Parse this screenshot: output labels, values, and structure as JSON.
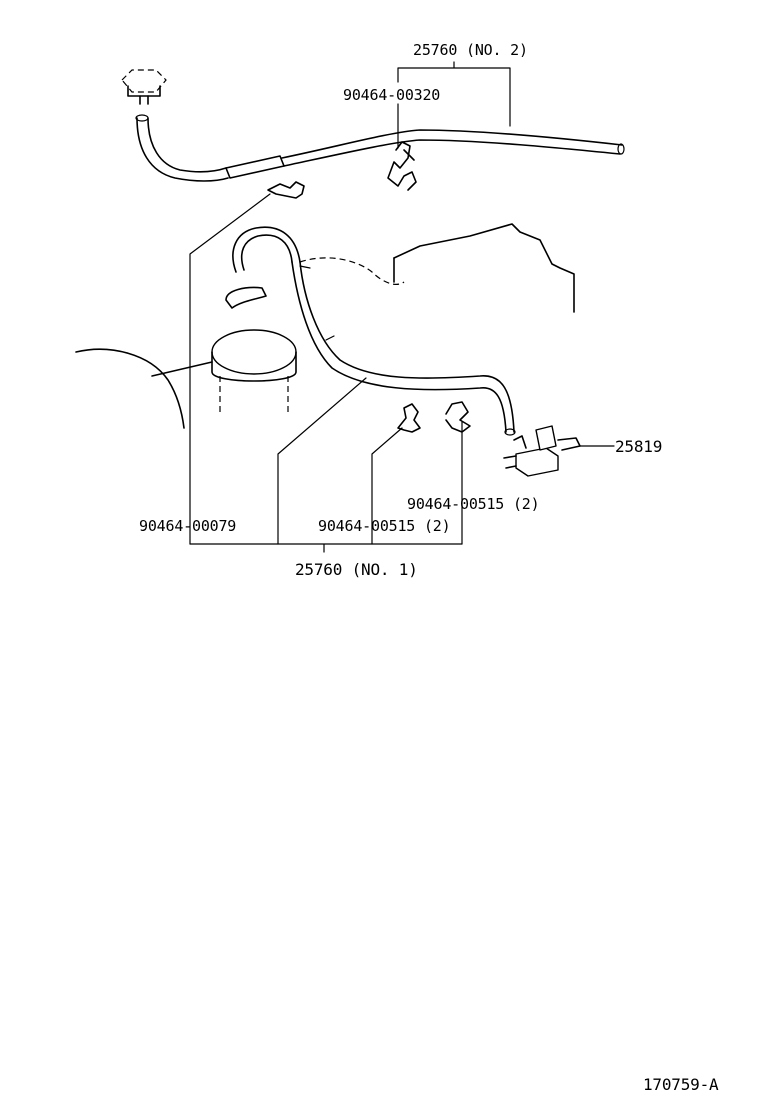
{
  "labels": {
    "hose_no2": "25760 (NO. 2)",
    "clamp_00320": "90464-00320",
    "vsv": "25819",
    "clamp_00515_right": "90464-00515 (2)",
    "clamp_00079": "90464-00079",
    "clamp_00515_center": "90464-00515 (2)",
    "hose_no1": "25760 (NO. 1)",
    "drawing_number": "170759-A"
  }
}
